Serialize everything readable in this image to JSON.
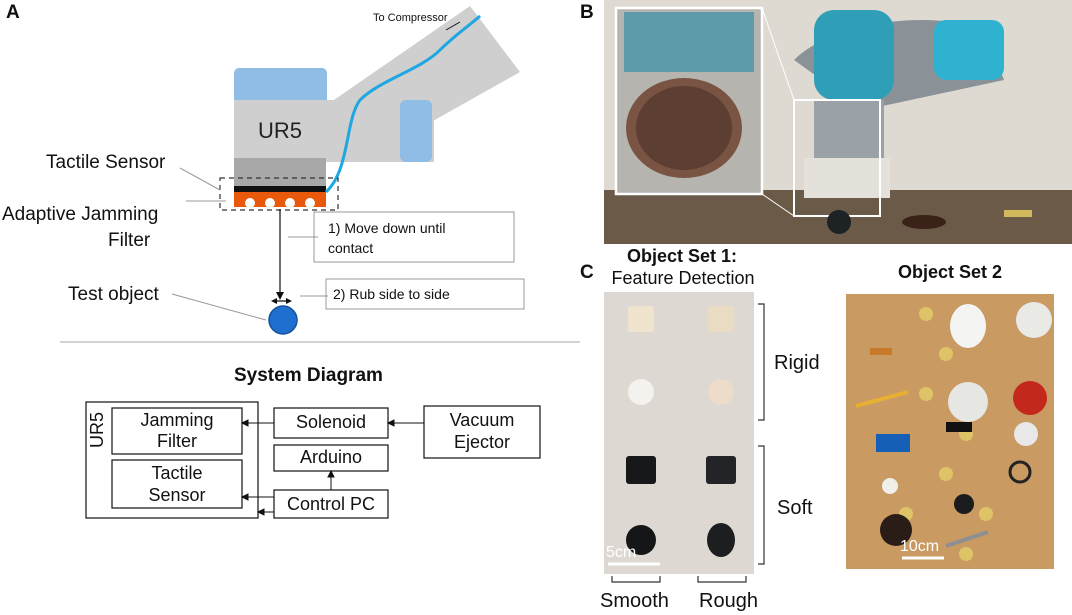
{
  "panel_a": {
    "letter": "A",
    "compressor_label": "To Compressor",
    "ur5_label": "UR5",
    "tactile_sensor_label": "Tactile Sensor",
    "jamming_filter_label_line1": "Adaptive Jamming",
    "jamming_filter_label_line2": "Filter",
    "test_object_label": "Test object",
    "step1_line1": "1) Move down until",
    "step1_line2": "contact",
    "step2": "2) Rub side to side",
    "colors": {
      "robot": "#cfcfcf",
      "joint": "#8fbde6",
      "cable": "#1ea7e0",
      "filter": "#e8590c",
      "object": "#1f6fd1"
    }
  },
  "system_diagram": {
    "title": "System Diagram",
    "ur5_label": "UR5",
    "jamming_filter_line1": "Jamming",
    "jamming_filter_line2": "Filter",
    "tactile_sensor_line1": "Tactile",
    "tactile_sensor_line2": "Sensor",
    "solenoid": "Solenoid",
    "arduino": "Arduino",
    "control_pc": "Control PC",
    "vacuum_ejector_line1": "Vacuum",
    "vacuum_ejector_line2": "Ejector"
  },
  "panel_b": {
    "letter": "B"
  },
  "panel_c": {
    "letter": "C",
    "set1_title": "Object Set 1:",
    "set1_subtitle": "Feature Detection",
    "rigid_label": "Rigid",
    "soft_label": "Soft",
    "smooth_label": "Smooth",
    "rough_label": "Rough",
    "scale1": "5cm",
    "set2_title": "Object Set 2",
    "scale2": "10cm"
  }
}
